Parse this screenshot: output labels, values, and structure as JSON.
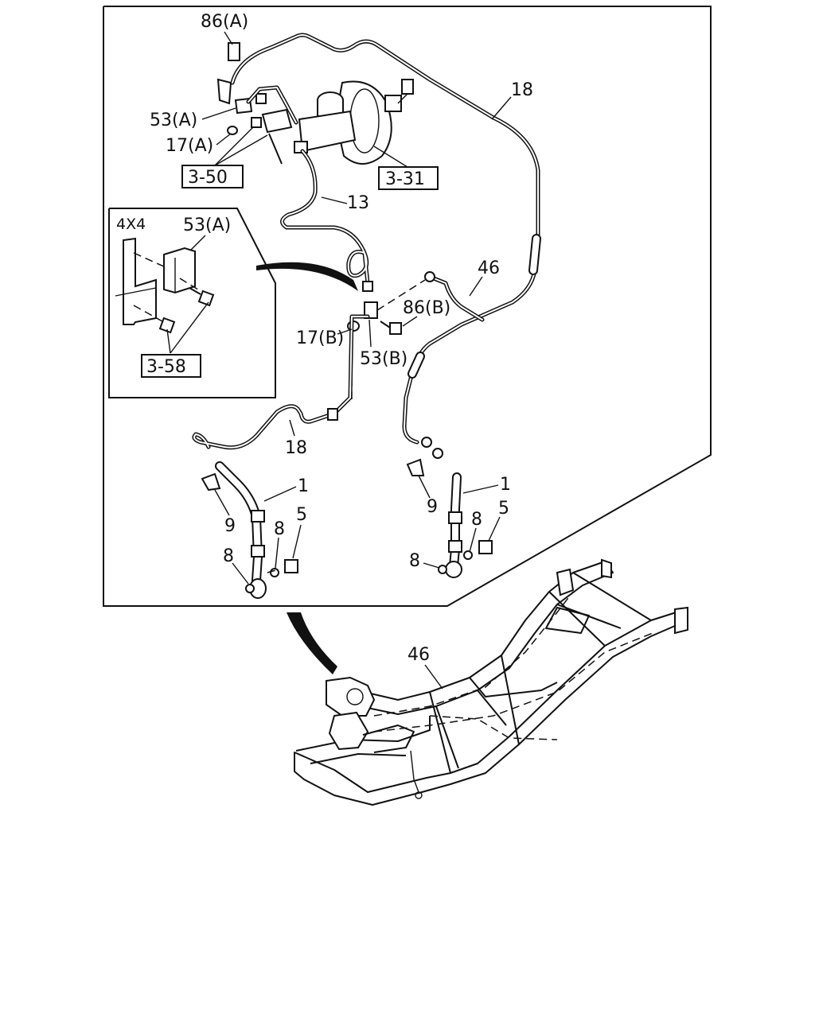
{
  "callouts": {
    "p86a": "86(A)",
    "p53a": "53(A)",
    "p17a": "17(A)",
    "ref350": "3-50",
    "ref331": "3-31",
    "p18top": "18",
    "p13": "13",
    "p46top": "46",
    "p86b": "86(B)",
    "p17b": "17(B)",
    "p53b": "53(B)",
    "p18mid": "18",
    "p1left": "1",
    "p9left": "9",
    "p8left_up": "8",
    "p5left": "5",
    "p8left_low": "8",
    "p9right": "9",
    "p1right": "1",
    "p5right": "5",
    "p8right_up": "8",
    "p8right_low": "8",
    "p46frame": "46"
  },
  "inset": {
    "title": "4X4",
    "p53a": "53(A)",
    "ref358": "3-58"
  }
}
